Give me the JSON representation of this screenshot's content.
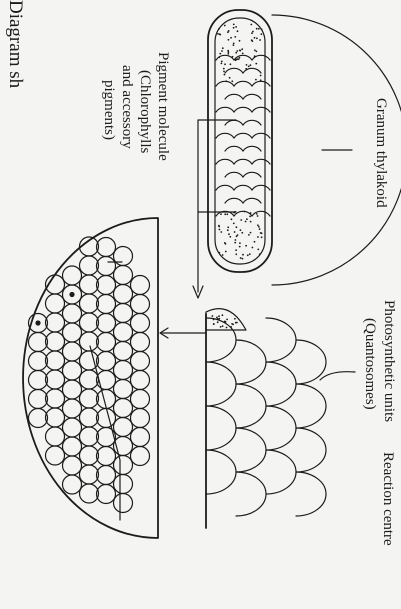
{
  "labels": {
    "granum": "Granum thylakoid",
    "pigment_line1": "Pigment molecule",
    "pigment_line2": "(Chlorophylls",
    "pigment_line3": "and accessory",
    "pigment_line4": "pigments)",
    "photo_line1": "Photosynthetic units",
    "photo_line2": "(Quantosomes)",
    "reaction": "Reaction centre",
    "caption": "Diagram sh"
  },
  "colors": {
    "ink": "#1c1c1c",
    "paper": "#f4f4f2"
  }
}
